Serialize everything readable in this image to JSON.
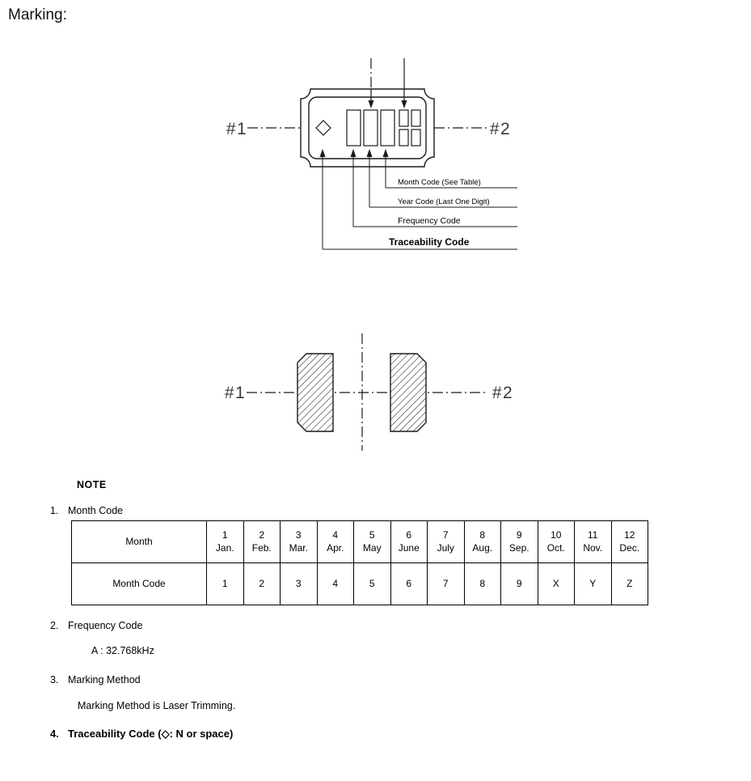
{
  "title": "Marking:",
  "top_view": {
    "pin1": "#1",
    "pin2": "#2",
    "callouts": [
      "Month Code (See Table)",
      "Year  Code (Last One Digit)",
      "Frequency Code",
      "Traceability Code"
    ]
  },
  "bottom_view": {
    "pin1": "#1",
    "pin2": "#2"
  },
  "note": {
    "heading": "NOTE",
    "item1": {
      "num": "1.",
      "title": "Month Code"
    },
    "item2": {
      "num": "2.",
      "title": "Frequency Code",
      "detail": "A : 32.768kHz"
    },
    "item3": {
      "num": "3.",
      "title": "Marking Method",
      "detail": "Marking Method is Laser Trimming."
    },
    "item4": {
      "num": "4.",
      "title": "Traceability Code  (◇: N or space)"
    }
  },
  "month_table": {
    "month_header": "Month",
    "code_header": "Month Code",
    "months": [
      {
        "num": "1",
        "abbr": "Jan."
      },
      {
        "num": "2",
        "abbr": "Feb."
      },
      {
        "num": "3",
        "abbr": "Mar."
      },
      {
        "num": "4",
        "abbr": "Apr."
      },
      {
        "num": "5",
        "abbr": "May"
      },
      {
        "num": "6",
        "abbr": "June"
      },
      {
        "num": "7",
        "abbr": "July"
      },
      {
        "num": "8",
        "abbr": "Aug."
      },
      {
        "num": "9",
        "abbr": "Sep."
      },
      {
        "num": "10",
        "abbr": "Oct."
      },
      {
        "num": "11",
        "abbr": "Nov."
      },
      {
        "num": "12",
        "abbr": "Dec."
      }
    ],
    "codes": [
      "1",
      "2",
      "3",
      "4",
      "5",
      "6",
      "7",
      "8",
      "9",
      "X",
      "Y",
      "Z"
    ]
  }
}
